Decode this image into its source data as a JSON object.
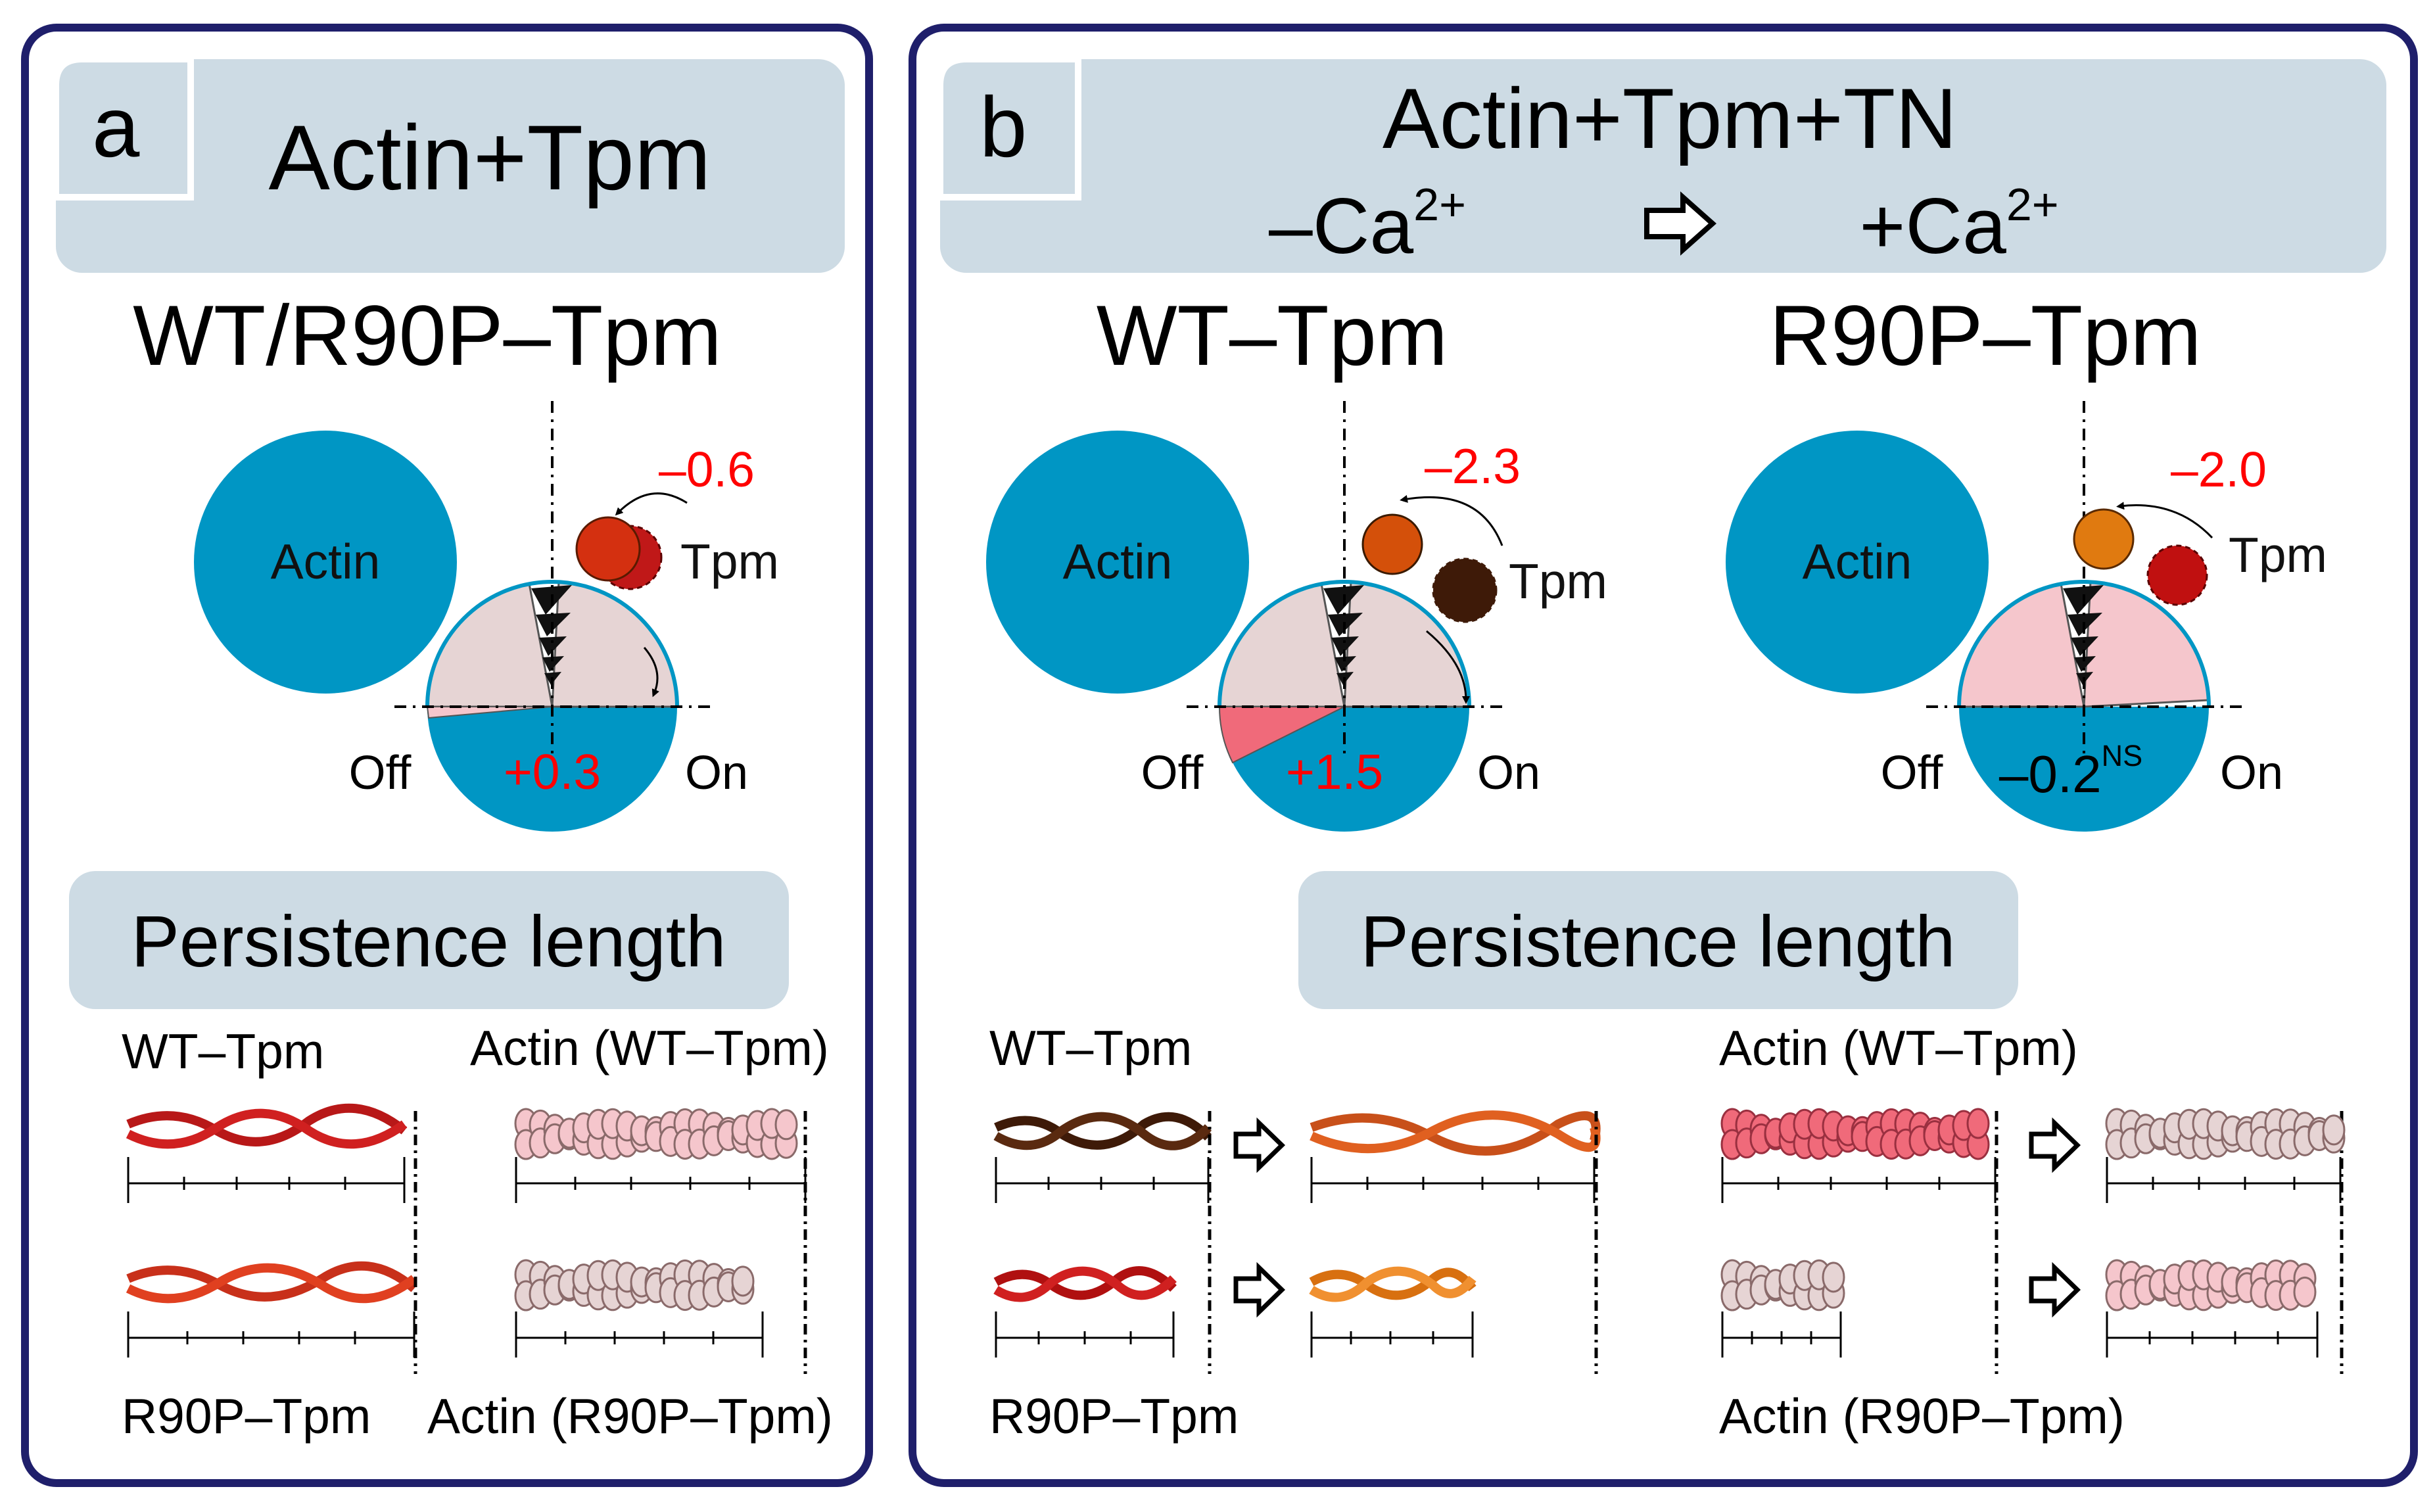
{
  "panel_a": {
    "letter": "a",
    "title": "Actin+Tpm",
    "subtitle": "WT/R90P–Tpm",
    "actin_label": "Actin",
    "tpm_label": "Tpm",
    "tpm_shift": "–0.6",
    "actin_shift": "+0.3",
    "off_label": "Off",
    "on_label": "On",
    "persistence_title": "Persistence length",
    "labels": {
      "wt_tpm": "WT–Tpm",
      "actin_wt": "Actin (WT–Tpm)",
      "r90p_tpm": "R90P–Tpm",
      "actin_r90p": "Actin (R90P–Tpm)"
    }
  },
  "panel_b": {
    "letter": "b",
    "title": "Actin+Tpm+TN",
    "minus_ca": "–Ca",
    "plus_ca": "+Ca",
    "ca_sup": "2+",
    "wt": {
      "subtitle": "WT–Tpm",
      "actin_label": "Actin",
      "tpm_label": "Tpm",
      "tpm_shift": "–2.3",
      "actin_shift": "+1.5",
      "off_label": "Off",
      "on_label": "On"
    },
    "r90p": {
      "subtitle": "R90P–Tpm",
      "actin_label": "Actin",
      "tpm_label": "Tpm",
      "tpm_shift": "–2.0",
      "actin_shift": "–0.2",
      "actin_shift_sup": "NS",
      "off_label": "Off",
      "on_label": "On"
    },
    "persistence_title": "Persistence length",
    "labels": {
      "wt_tpm": "WT–Tpm",
      "actin_wt": "Actin (WT–Tpm)",
      "r90p_tpm": "R90P–Tpm",
      "actin_r90p": "Actin (R90P–Tpm)"
    }
  },
  "colors": {
    "frame": "#1f1f6b",
    "header_bg": "#cddbe4",
    "actin": "#0096c4",
    "tpm_red": "#c01818",
    "tpm_brown": "#3e1a08",
    "tpm_orange": "#e07a10",
    "sector_light": "#e6d4d4",
    "sector_pink": "#f5c6cc",
    "sector_red": "#f06a7a",
    "shift_text": "#ff0000"
  }
}
